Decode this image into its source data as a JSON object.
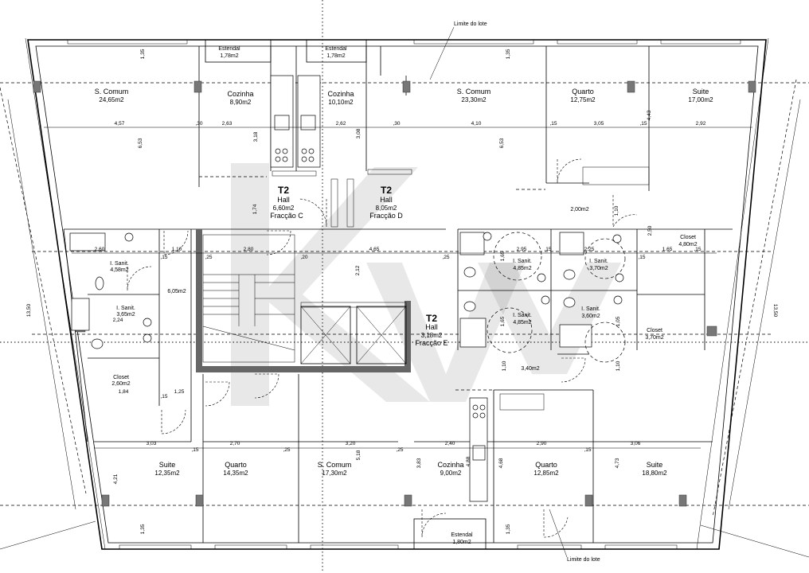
{
  "lot_limit_top": "Limite do lote",
  "lot_limit_bottom": "Limite do lote",
  "fraction_c": {
    "type": "T2",
    "hall": "Hall",
    "hall_area": "6,60m2",
    "fraction": "Fracção C"
  },
  "fraction_d": {
    "type": "T2",
    "hall": "Hall",
    "hall_area": "8,05m2",
    "fraction": "Fracção D"
  },
  "fraction_e": {
    "type": "T2",
    "hall": "Hall",
    "hall_area": "3,18m2",
    "fraction": "Fracção E"
  },
  "rooms": {
    "s_comum_tl": {
      "name": "S. Comum",
      "area": "24,65m2"
    },
    "cozinha_tl": {
      "name": "Cozinha",
      "area": "8,90m2"
    },
    "cozinha_tc": {
      "name": "Cozinha",
      "area": "10,10m2"
    },
    "s_comum_tc": {
      "name": "S. Comum",
      "area": "23,30m2"
    },
    "quarto_tr": {
      "name": "Quarto",
      "area": "12,75m2"
    },
    "suite_tr": {
      "name": "Suite",
      "area": "17,00m2"
    },
    "estendal_tl": {
      "name": "Estendal",
      "area": "1,78m2"
    },
    "estendal_tc": {
      "name": "Estendal",
      "area": "1,78m2"
    },
    "estendal_b": {
      "name": "Estendal",
      "area": "1,80m2"
    },
    "sanit_l1": {
      "name": "I. Sanit.",
      "area": "4,58m2"
    },
    "sanit_l2": {
      "name": "I. Sanit.",
      "area": "3,65m2"
    },
    "corridor_l": {
      "area": "6,05m2"
    },
    "closet_l": {
      "name": "Closet",
      "area": "2,60m2"
    },
    "sanit_c1": {
      "name": "I. Sanit.",
      "area": "4,85m2"
    },
    "sanit_c2": {
      "name": "I. Sanit.",
      "area": "4,85m2"
    },
    "sanit_r1": {
      "name": "I. Sanit.",
      "area": "3,70m2"
    },
    "sanit_r2": {
      "name": "I. Sanit.",
      "area": "3,60m2"
    },
    "corridor_r": {
      "area": "2,00m2"
    },
    "corridor_c": {
      "area": "3,40m2"
    },
    "closet_r1": {
      "name": "Closet",
      "area": "4,80m2"
    },
    "closet_r2": {
      "name": "Closet",
      "area": "3,70m2"
    },
    "suite_bl": {
      "name": "Suite",
      "area": "12,35m2"
    },
    "quarto_bl": {
      "name": "Quarto",
      "area": "14,35m2"
    },
    "s_comum_b": {
      "name": "S. Comum",
      "area": "17,30m2"
    },
    "cozinha_b": {
      "name": "Cozinha",
      "area": "9,00m2"
    },
    "quarto_br": {
      "name": "Quarto",
      "area": "12,85m2"
    },
    "suite_br": {
      "name": "Suite",
      "area": "18,80m2"
    }
  },
  "dims": {
    "top_row": [
      "4,57",
      ",30",
      "2,63",
      "2,62",
      ",30",
      "4,10",
      ",15",
      "3,05",
      ",15",
      "2,92"
    ],
    "mid_row": [
      "2,60",
      ",15",
      "1,10",
      ",25",
      "2,80",
      ",20",
      "4,65",
      ",25",
      "2,95",
      ",15",
      "2,25",
      ",15",
      "1,65",
      ",15"
    ],
    "bottom_row": [
      "3,03",
      ",15",
      "2,70",
      ",25",
      "3,20",
      ",25",
      "2,40",
      "2,90",
      ",15",
      "3,06"
    ],
    "left_misc": [
      "2,24",
      "1,84",
      "1,25",
      ",15"
    ],
    "vert": [
      "6,53",
      "3,18",
      "3,08",
      "6,53",
      "4,43",
      "1,74",
      "2,12",
      "5,18",
      "3,83",
      "4,88",
      "4,68",
      "4,73",
      "4,21",
      "1,35",
      "1,35",
      "1,35",
      "1,35",
      "1,10",
      "2,50",
      "1,65",
      "1,65",
      "1,05",
      "1,10",
      "1,10"
    ],
    "side": "13,50"
  }
}
